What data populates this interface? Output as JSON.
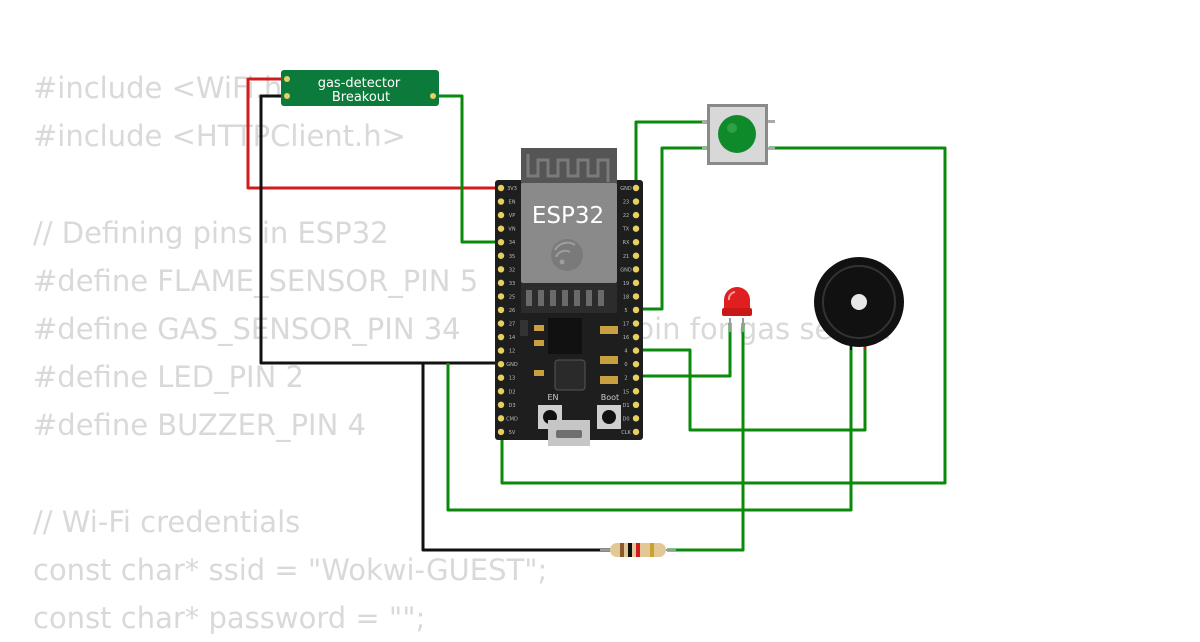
{
  "code_lines": [
    "#include <WiFi.h>",
    "#include <HTTPClient.h>",
    "",
    "// Defining pins in ESP32",
    "#define FLAME_SENSOR_PIN 5",
    "#define GAS_SENSOR_PIN 34    // Analog pin for gas sensor",
    "#define LED_PIN 2",
    "#define BUZZER_PIN 4",
    "",
    "// Wi-Fi credentials",
    "const char* ssid = \"Wokwi-GUEST\";",
    "const char* password = \"\";"
  ],
  "gas_module": {
    "line1": "gas-detector",
    "line2": "Breakout"
  },
  "esp32": {
    "label": "ESP32",
    "en_label": "EN",
    "boot_label": "Boot",
    "left_pins": [
      "3V3",
      "EN",
      "VP",
      "VN",
      "34",
      "35",
      "32",
      "33",
      "25",
      "26",
      "27",
      "14",
      "12",
      "GND",
      "13",
      "D2",
      "D3",
      "CMD",
      "5V"
    ],
    "right_pins": [
      "GND",
      "23",
      "22",
      "TX",
      "RX",
      "21",
      "GND",
      "19",
      "18",
      "5",
      "17",
      "16",
      "4",
      "0",
      "2",
      "15",
      "D1",
      "D0",
      "CLK"
    ]
  },
  "colors": {
    "wire_green": "#0a8a0a",
    "wire_red": "#d01c1c",
    "wire_black": "#111111",
    "board": "#1e1e1e",
    "module_green": "#0c7a3a",
    "button_green": "#0f8a2a",
    "led_red": "#e02020",
    "code_text": "#d9d9d9"
  }
}
